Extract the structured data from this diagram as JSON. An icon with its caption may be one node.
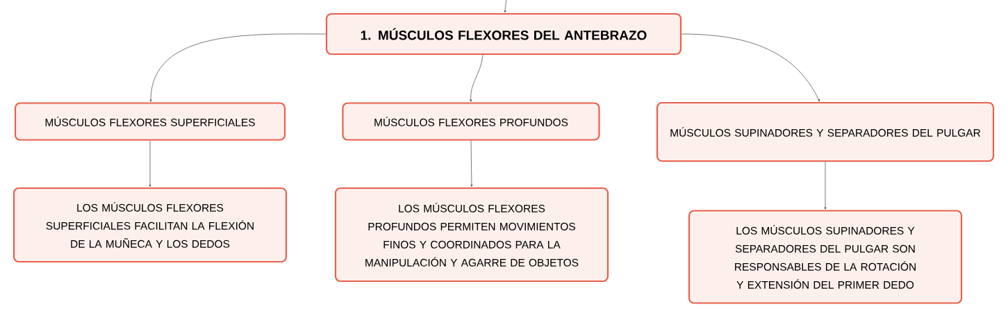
{
  "diagram": {
    "nodes": [
      {
        "text": [
          "1. MÚSCULOS FLEXORES DEL ANTEBRAZO"
        ]
      },
      {
        "text": [
          "MÚSCULOS FLEXORES SUPERFICIALES"
        ]
      },
      {
        "text": [
          "MÚSCULOS FLEXORES PROFUNDOS"
        ]
      },
      {
        "text": [
          "MÚSCULOS SUPINADORES Y SEPARADORES DEL PULGAR"
        ]
      },
      {
        "text": [
          "LOS MÚSCULOS FLEXORES SUPERFICIALES FACILITAN LA FLEXIÓN DE LA MUÑECA Y LOS DEDOS"
        ]
      },
      {
        "text": [
          "LOS MÚSCULOS FLEXORES PROFUNDOS PERMITEN MOVIMIENTOS FINOS Y COORDINADOS PARA LA MANIPULACIÓN Y AGARRE DE OBJETOS"
        ]
      },
      {
        "text": [
          "LOS MÚSCULOS SUPINADORES Y SEPARADORES DEL PULGAR SON RESPONSABLES DE LA ROTACIÓN Y EXTENSIÓN DEL PRIMER DEDO"
        ]
      }
    ],
    "edges": [
      {
        "from": null,
        "to": 0,
        "arrow": "to"
      },
      {
        "from": 0,
        "to": 1,
        "arrow": "to"
      },
      {
        "from": 0,
        "to": 2,
        "arrow": "to"
      },
      {
        "from": 0,
        "to": 3,
        "arrow": "to"
      },
      {
        "from": 1,
        "to": 4,
        "arrow": "to"
      },
      {
        "from": 2,
        "to": 5,
        "arrow": "to"
      },
      {
        "from": 3,
        "to": 6,
        "arrow": "to"
      }
    ]
  }
}
